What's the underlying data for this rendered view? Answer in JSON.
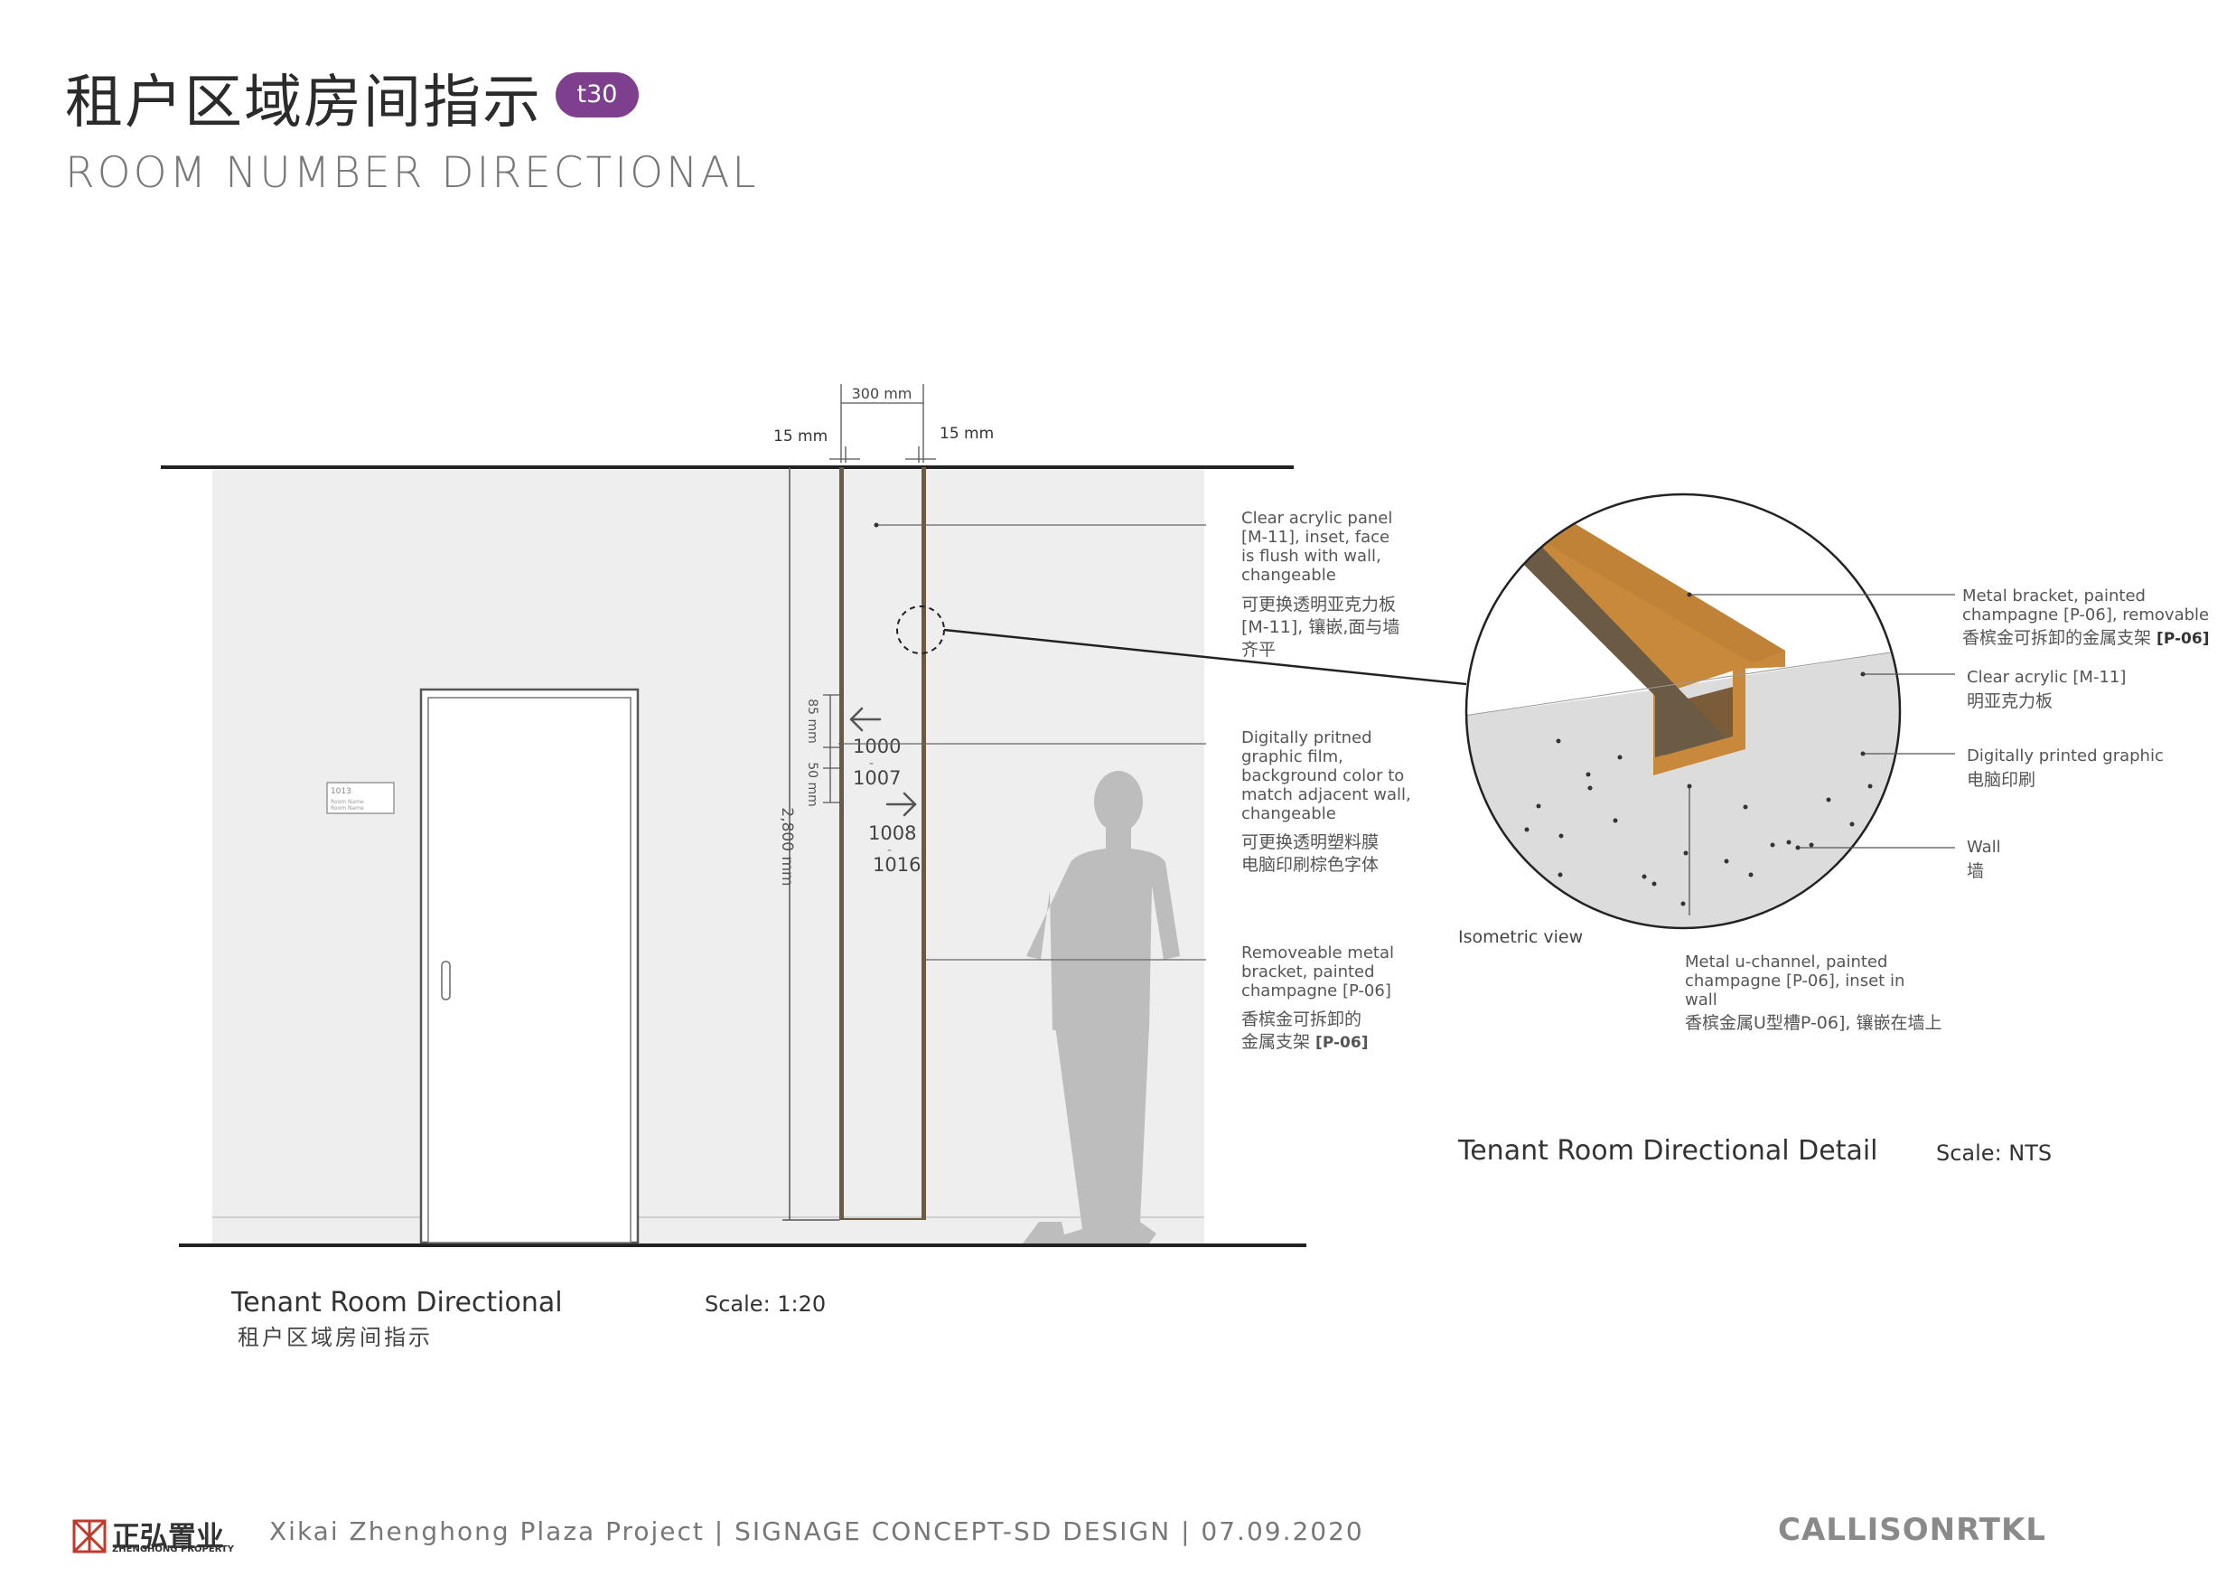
{
  "header": {
    "title_cn": "租户区域房间指示",
    "badge": "t30",
    "title_en": "ROOM NUMBER DIRECTIONAL"
  },
  "elevation": {
    "dim_width": "300 mm",
    "dim_left": "15 mm",
    "dim_right": "15 mm",
    "dim_height": "2,800 mm",
    "dim_85": "85 mm",
    "dim_50": "50 mm",
    "room_a_top": "1000",
    "room_a_dash": "-",
    "room_a_bottom": "1007",
    "room_b_top": "1008",
    "room_b_dash": "-",
    "room_b_bottom": "1016",
    "door_sign_number": "1013",
    "door_sign_line1": "Room Name",
    "door_sign_line2": "Room Name",
    "callout_acrylic_en": [
      "Clear acrylic panel",
      "[M-11], inset, face",
      "is flush with wall,",
      "changeable"
    ],
    "callout_acrylic_cn": [
      "可更换透明亚克力板",
      "[M-11], 镶嵌,面与墙",
      "齐平"
    ],
    "callout_film_en": [
      "Digitally pritned",
      "graphic film,",
      "background color to",
      "match adjacent wall,",
      "changeable"
    ],
    "callout_film_cn": [
      "可更换透明塑料膜",
      "电脑印刷棕色字体"
    ],
    "callout_bracket_en": [
      "Removeable metal",
      "bracket, painted",
      "champagne [P-06]"
    ],
    "callout_bracket_cn_1": "香槟金可拆卸的",
    "callout_bracket_cn_2": "金属支架 ",
    "callout_bracket_cn_2b": "[P-06]",
    "caption_title": "Tenant Room Directional",
    "caption_cn": "租户区域房间指示",
    "scale": "Scale: 1:20"
  },
  "detail": {
    "bracket_en": [
      "Metal bracket, painted",
      "champagne [P-06], removable"
    ],
    "bracket_cn": "香槟金可拆卸的金属支架 ",
    "bracket_cn_tag": "[P-06]",
    "acrylic_en": "Clear acrylic [M-11]",
    "acrylic_cn": "明亚克力板",
    "graphic_en": "Digitally printed graphic",
    "graphic_cn": "电脑印刷",
    "wall_en": "Wall",
    "wall_cn": "墙",
    "channel_en": [
      "Metal u-channel, painted",
      "champagne [P-06], inset in",
      "wall"
    ],
    "channel_cn": "香槟金属U型槽P-06], 镶嵌在墙上",
    "iso_label": "Isometric view",
    "caption_title": "Tenant Room Directional Detail",
    "scale": "Scale: NTS"
  },
  "footer": {
    "brand_cn": "正弘置业",
    "brand_en": "ZHENGHONG PROPERTY",
    "project": "Xikai Zhenghong Plaza Project  |  SIGNAGE CONCEPT-SD DESIGN  |  07.09.2020",
    "consultant_logo": "CALLISONRTKL"
  },
  "colors": {
    "accent": "#7e3f8e",
    "wall": "#eeeeee",
    "bracket": "#6b5a44",
    "champagne": "#c9893a",
    "silhouette": "#bdbdbd"
  }
}
